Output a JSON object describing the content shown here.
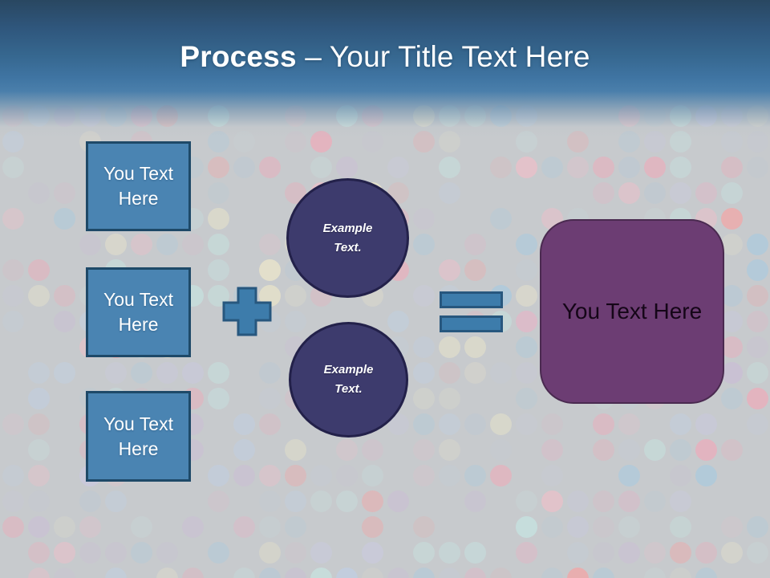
{
  "title": {
    "bold": "Process",
    "rest": " – Your Title Text Here"
  },
  "left_boxes": [
    {
      "label": "You Text Here"
    },
    {
      "label": "You Text Here"
    },
    {
      "label": "You Text Here"
    }
  ],
  "circles": [
    {
      "label": "Example Text."
    },
    {
      "label": "Example Text."
    }
  ],
  "result_box": {
    "label": "You Text Here"
  },
  "icons": {
    "plus": "plus-icon",
    "equals": "equals-icon"
  },
  "colors": {
    "header_top": "#294761",
    "header_mid": "#4a7fab",
    "background": "#c7cacd",
    "title_text": "#ffffff",
    "box_fill": "#4a84b2",
    "box_border": "#1e4968",
    "box_text": "#ffffff",
    "circle_fill": "#3d3b6d",
    "circle_border": "#23214a",
    "circle_text": "#ffffff",
    "operator_fill": "#3d7cab",
    "operator_border": "#27577e",
    "result_fill": "#6c3d73",
    "result_border": "#4a2a50",
    "result_text": "#150618"
  },
  "background": {
    "dot_palette": [
      "#f2a8b8",
      "#f7bcc8",
      "#c9c9df",
      "#bfd0e6",
      "#f3ecc9",
      "#c6e7e3",
      "#e4b4c6",
      "#f5a3a3",
      "#ccbad8",
      "#aacade"
    ]
  }
}
